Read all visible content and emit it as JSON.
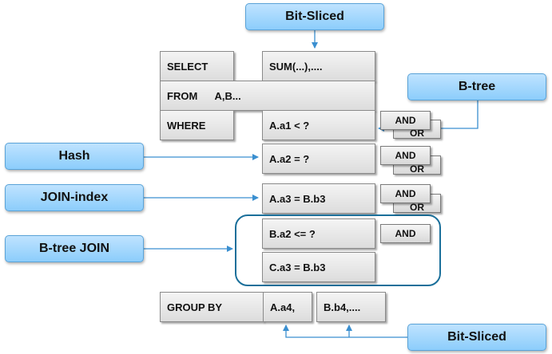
{
  "callouts": {
    "bit_sliced_top": "Bit-Sliced",
    "btree": "B-tree",
    "hash": "Hash",
    "join_index": "JOIN-index",
    "btree_join": "B-tree JOIN",
    "bit_sliced_bottom": "Bit-Sliced"
  },
  "query": {
    "select_keyword": "SELECT",
    "select_expr": "SUM(...),....",
    "from_clause": "FROM      A,B...",
    "where_keyword": "WHERE",
    "conditions": [
      "A.a1 < ?",
      "A.a2 = ?",
      "A.a3 = B.b3",
      "B.a2 <= ?",
      "C.a3 = B.b3"
    ],
    "group_by_keyword": "GROUP BY",
    "group_by_cols": [
      "A.a4,",
      "B.b4,...."
    ]
  },
  "operators": {
    "and": "AND",
    "or": "OR"
  }
}
